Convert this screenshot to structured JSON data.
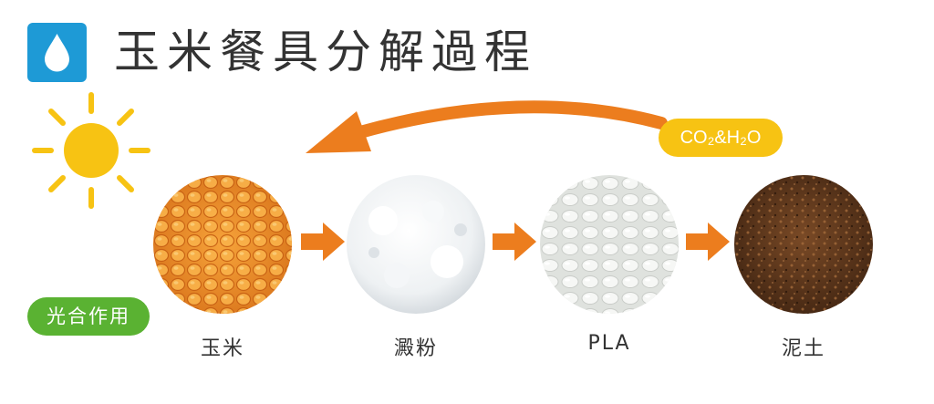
{
  "header": {
    "title": "玉米餐具分解過程",
    "icon": "water-drop-icon",
    "icon_bg_color": "#1e9ad6"
  },
  "cycle": {
    "label": "CO₂&H₂O",
    "arrow_color": "#ec7d1e",
    "badge_color": "#f7c313"
  },
  "photosynthesis": {
    "label": "光合作用",
    "badge_color": "#5ab232",
    "icon": "sun-icon",
    "sun_color": "#f7c313"
  },
  "stages": [
    {
      "label": "玉米"
    },
    {
      "label": "澱粉"
    },
    {
      "label": "PLA"
    },
    {
      "label": "泥土"
    }
  ],
  "flow_arrow_color": "#ec7d1e"
}
